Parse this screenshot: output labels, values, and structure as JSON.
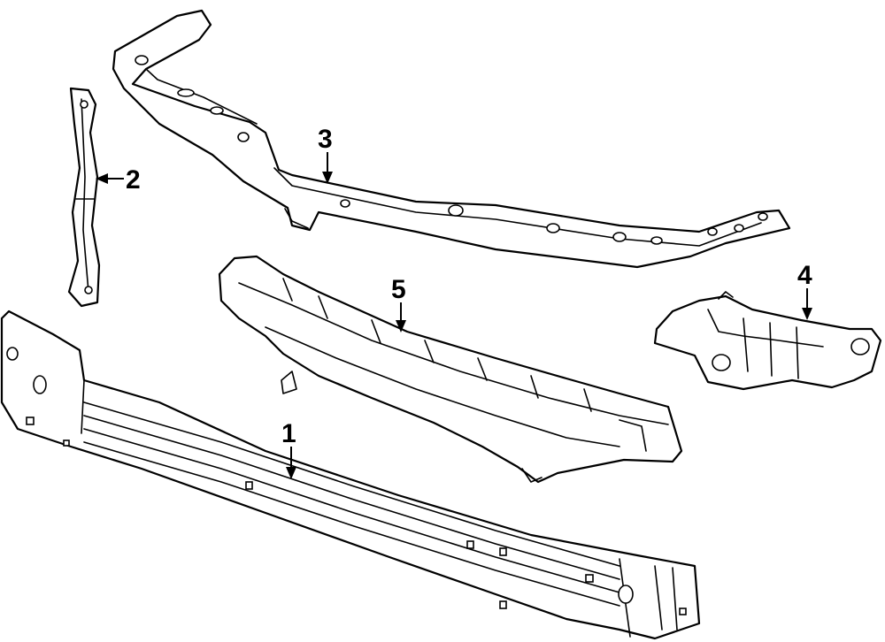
{
  "callouts": [
    {
      "id": "1",
      "label": "1",
      "part": "reinforcement-beam"
    },
    {
      "id": "2",
      "label": "2",
      "part": "side-bracket"
    },
    {
      "id": "3",
      "label": "3",
      "part": "upper-tie-bar"
    },
    {
      "id": "4",
      "label": "4",
      "part": "support-bracket"
    },
    {
      "id": "5",
      "label": "5",
      "part": "energy-absorber"
    }
  ],
  "colors": {
    "line": "#000000",
    "background": "#ffffff"
  }
}
